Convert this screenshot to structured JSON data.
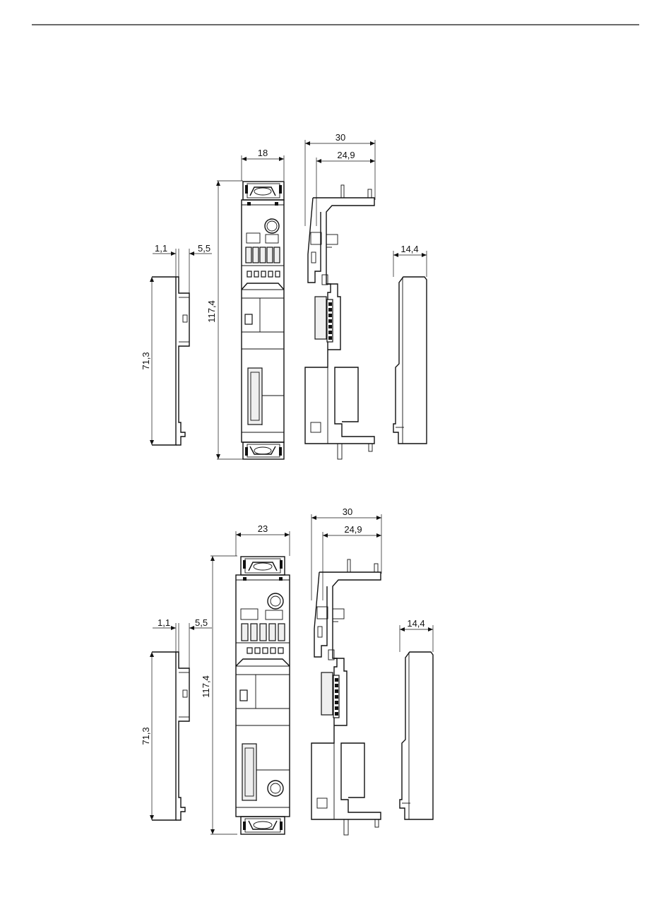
{
  "drawing_18mm": {
    "front_width": "18",
    "height": "117,4",
    "side_depth_total": "30",
    "side_depth_body": "24,9",
    "cover_depth": "14,4",
    "plate_thickness": "1,1",
    "plate_offset": "5,5",
    "plate_height": "71,3"
  },
  "drawing_23mm": {
    "front_width": "23",
    "height": "117,4",
    "side_depth_total": "30",
    "side_depth_body": "24,9",
    "cover_depth": "14,4",
    "plate_thickness": "1,1",
    "plate_offset": "5,5",
    "plate_height": "71,3"
  }
}
